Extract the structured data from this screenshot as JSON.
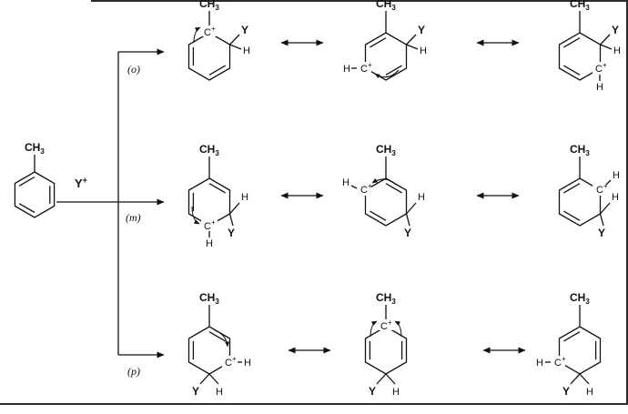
{
  "labels": {
    "methyl_main": "CH",
    "methyl_sub": "3",
    "carbon": "C",
    "plus": "+",
    "substituent": "Y",
    "hydrogen": "H"
  },
  "reagent": {
    "symbol": "Y",
    "charge": "+"
  },
  "branches": {
    "ortho": "(o)",
    "meta": "(m)",
    "para": "(p)"
  },
  "rows": [
    {
      "attack": "ortho",
      "label": "(o)",
      "structures": [
        {
          "cation_at": "ring carbon bearing CH3 (ipso)"
        },
        {
          "cation_at": "lower-left ring carbon (H shown)"
        },
        {
          "cation_at": "lower-right ring carbon (H shown)"
        }
      ]
    },
    {
      "attack": "meta",
      "label": "(m)",
      "structures": [
        {
          "cation_at": "bottom ring carbon (H shown)"
        },
        {
          "cation_at": "upper-left ring carbon (H shown)"
        },
        {
          "cation_at": "upper-right ring carbon (H shown)"
        }
      ]
    },
    {
      "attack": "para",
      "label": "(p)",
      "structures": [
        {
          "cation_at": "lower-right ring carbon (H shown)"
        },
        {
          "cation_at": "ring carbon bearing CH3 (ipso)"
        },
        {
          "cation_at": "lower-left ring carbon (H shown)"
        }
      ]
    }
  ]
}
